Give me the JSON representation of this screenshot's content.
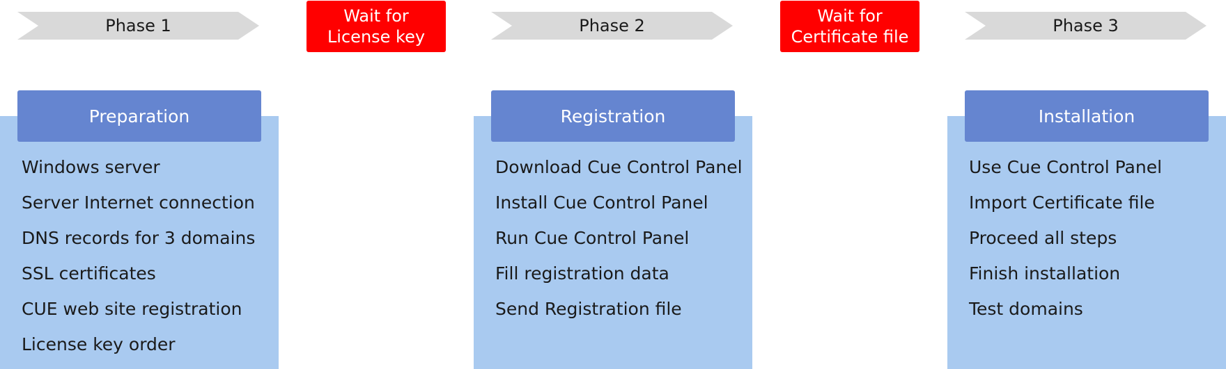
{
  "phases": [
    {
      "label": "Phase 1"
    },
    {
      "label": "Phase 2"
    },
    {
      "label": "Phase 3"
    }
  ],
  "waits": [
    {
      "label": "Wait for\nLicense key"
    },
    {
      "label": "Wait for\nCertificate file"
    }
  ],
  "columns": [
    {
      "title": "Preparation",
      "items": [
        "Windows server",
        "Server Internet connection",
        "DNS records for 3 domains",
        "SSL certificates",
        "CUE web site registration",
        "License key order"
      ]
    },
    {
      "title": "Registration",
      "items": [
        "Download Cue Control Panel",
        "Install Cue Control Panel",
        "Run Cue Control Panel",
        "Fill registration data",
        "Send Registration file"
      ]
    },
    {
      "title": "Installation",
      "items": [
        "Use Cue Control Panel",
        "Import Certificate file",
        "Proceed all steps",
        "Finish installation",
        "Test domains"
      ]
    }
  ],
  "colors": {
    "phase_arrow": "#d9d9d9",
    "wait": "#ff0000",
    "header": "#6585d0",
    "column_background": "#a9caf0"
  }
}
